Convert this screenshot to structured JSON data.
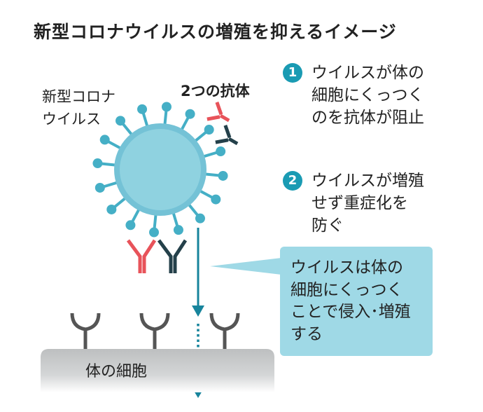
{
  "title": "新型コロナウイルスの増殖を抑えるイメージ",
  "virus_label": [
    "新型コロナ",
    "ウイルス"
  ],
  "antibody_label": "2つの抗体",
  "points": [
    {
      "number": "1",
      "lines": [
        "ウイルスが体の",
        "細胞にくっつく",
        "のを抗体が阻止"
      ]
    },
    {
      "number": "2",
      "lines": [
        "ウイルスが増殖",
        "せず重症化を",
        "防ぐ"
      ]
    }
  ],
  "callout": [
    "ウイルスは体の",
    "細胞にくっつく",
    "ことで侵入･増殖",
    "する"
  ],
  "cell_label": "体の細胞",
  "colors": {
    "virus": "#45afc6",
    "virus_body": "#8fd2e0",
    "antibody_red": "#e8535a",
    "antibody_dark": "#24404a",
    "arrow": "#17849c",
    "callout": "#9fd9e6"
  }
}
